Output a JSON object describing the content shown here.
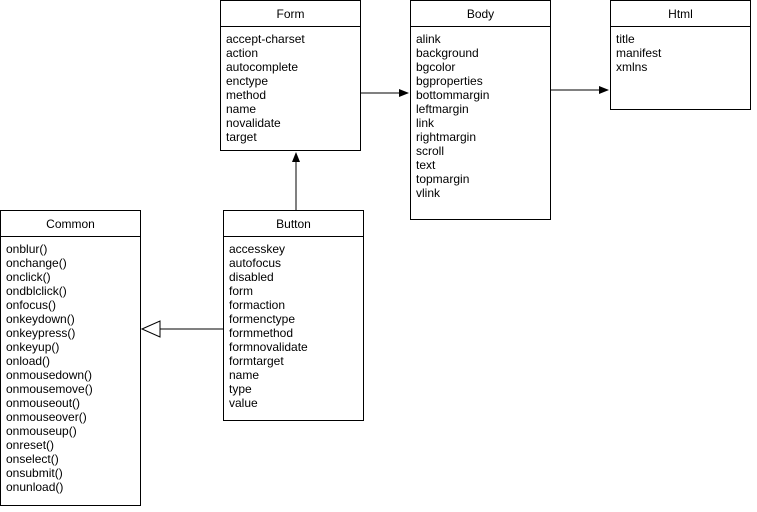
{
  "diagram": {
    "classes": {
      "form": {
        "name": "Form",
        "members": [
          "accept-charset",
          "action",
          "autocomplete",
          "enctype",
          "method",
          "name",
          "novalidate",
          "target"
        ]
      },
      "body": {
        "name": "Body",
        "members": [
          "alink",
          "background",
          "bgcolor",
          "bgproperties",
          "bottommargin",
          "leftmargin",
          "link",
          "rightmargin",
          "scroll",
          "text",
          "topmargin",
          "vlink"
        ]
      },
      "html": {
        "name": "Html",
        "members": [
          "title",
          "manifest",
          "xmlns"
        ]
      },
      "common": {
        "name": "Common",
        "members": [
          "onblur()",
          "onchange()",
          "onclick()",
          "ondblclick()",
          "onfocus()",
          "onkeydown()",
          "onkeypress()",
          "onkeyup()",
          "onload()",
          "onmousedown()",
          "onmousemove()",
          "onmouseout()",
          "onmouseover()",
          "onmouseup()",
          "onreset()",
          "onselect()",
          "onsubmit()",
          "onunload()"
        ]
      },
      "button": {
        "name": "Button",
        "members": [
          "accesskey",
          "autofocus",
          "disabled",
          "form",
          "formaction",
          "formenctype",
          "formmethod",
          "formnovalidate",
          "formtarget",
          "name",
          "type",
          "value"
        ]
      }
    },
    "relations": [
      {
        "from": "form",
        "to": "body",
        "kind": "association"
      },
      {
        "from": "body",
        "to": "html",
        "kind": "association"
      },
      {
        "from": "button",
        "to": "form",
        "kind": "association"
      },
      {
        "from": "button",
        "to": "common",
        "kind": "generalization"
      }
    ]
  }
}
